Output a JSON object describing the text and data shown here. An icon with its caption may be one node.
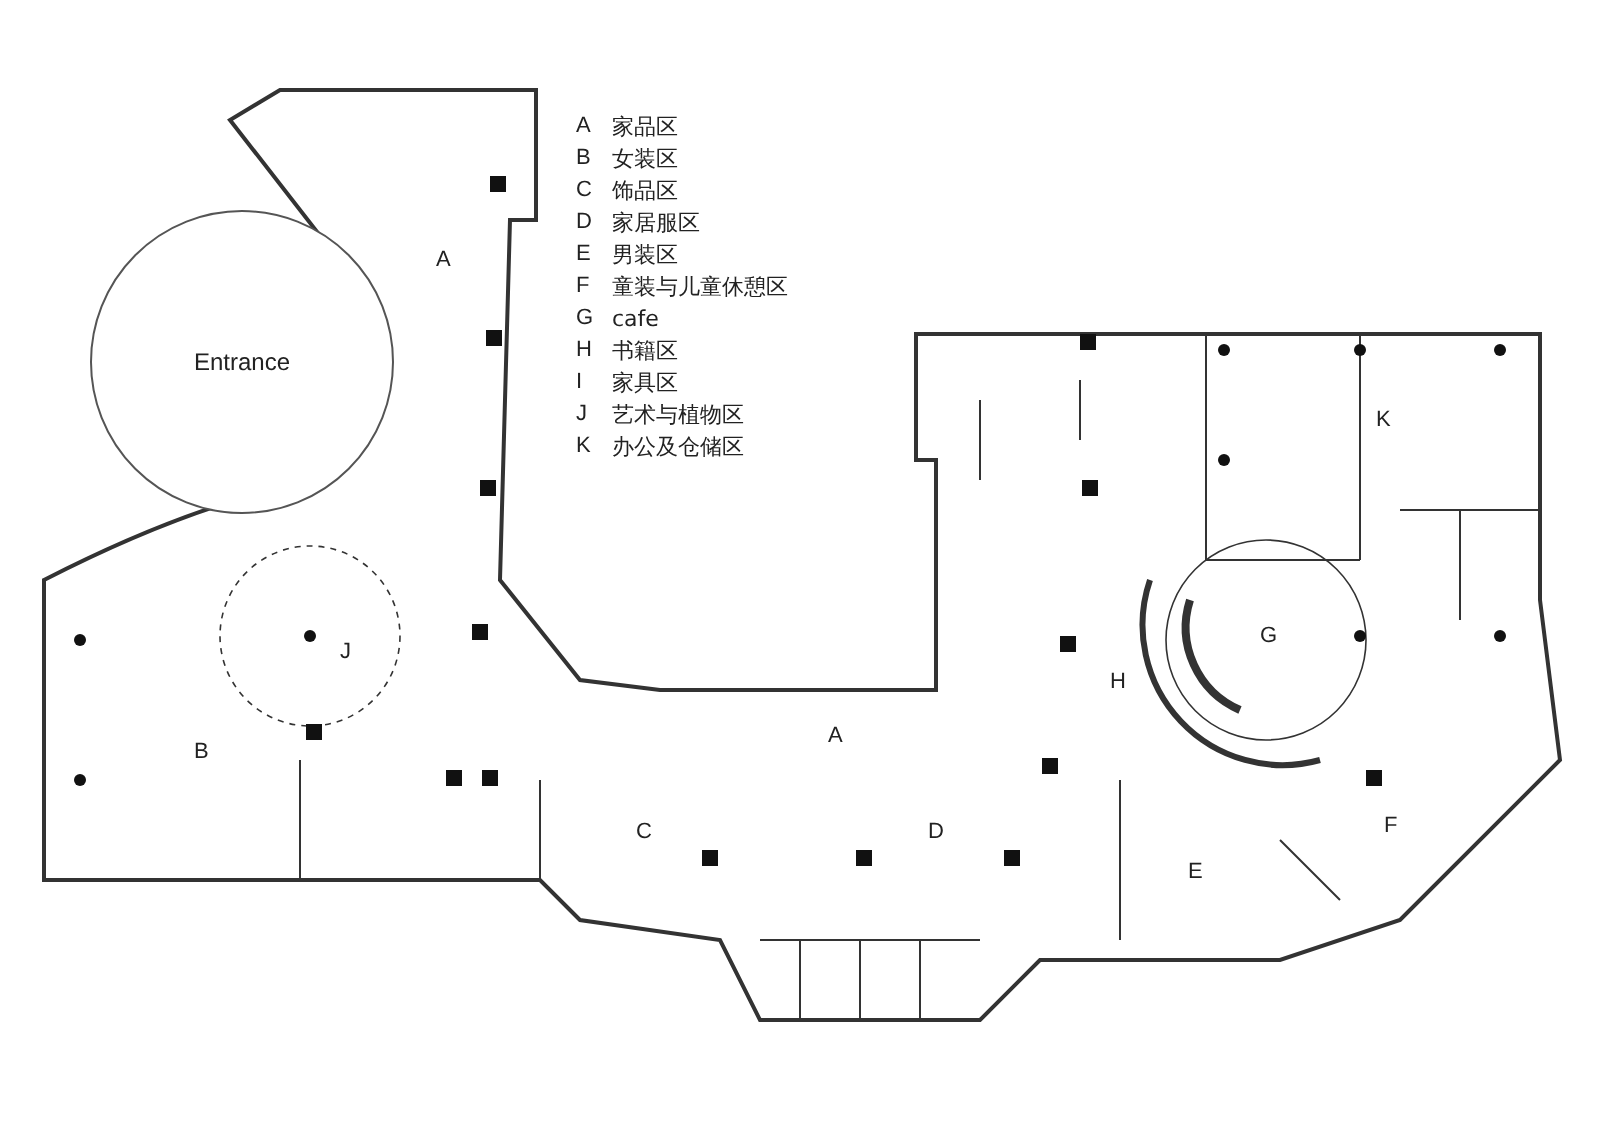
{
  "diagram": {
    "nodes": [
      {
        "text": [
          "Entrance"
        ]
      }
    ],
    "labels": [
      "A",
      "家品区",
      "B",
      "女装区",
      "C",
      "饰品区",
      "D",
      "家居服区",
      "E",
      "男装区",
      "F",
      "童装与儿童休憩区",
      "G",
      "cafe",
      "H",
      "书籍区",
      "I",
      "家具区",
      "J",
      "艺术与植物区",
      "K",
      "办公及仓储区",
      "A",
      "A",
      "B",
      "C",
      "D",
      "E",
      "F",
      "G",
      "H",
      "J",
      "K"
    ]
  }
}
